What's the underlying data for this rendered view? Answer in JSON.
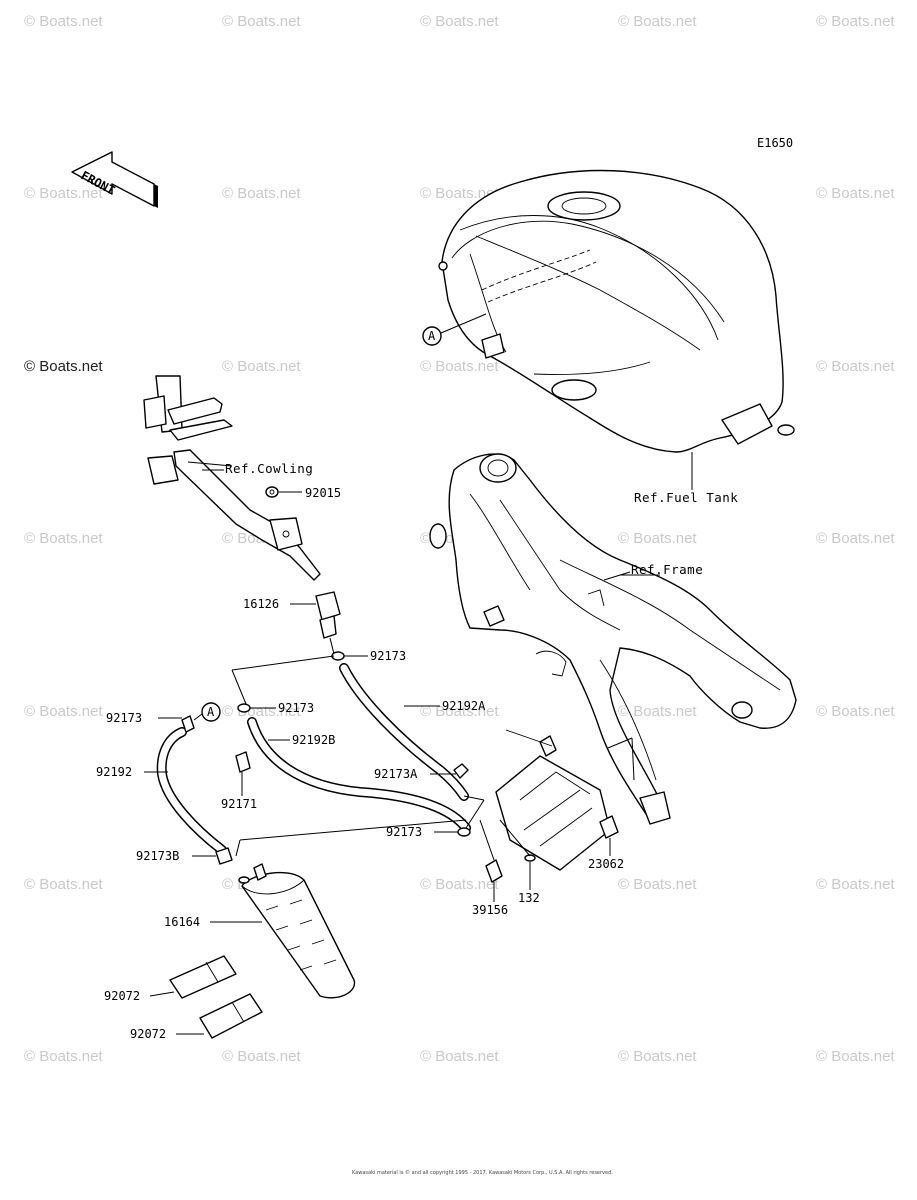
{
  "watermark": {
    "text": "© Boats.net",
    "primary": "© Boats.net"
  },
  "diagram_id": "E1650",
  "front_label": "FRONT",
  "callout_letter": "A",
  "references": {
    "cowling": "Ref.Cowling",
    "fuel_tank": "Ref.Fuel Tank",
    "frame": "Ref.Frame"
  },
  "parts": {
    "p92015": "92015",
    "p16126": "16126",
    "p92173_a": "92173",
    "p92173_b": "92173",
    "p92173_c": "92173",
    "p92173_d": "92173",
    "p92192A": "92192A",
    "p92192B": "92192B",
    "p92192": "92192",
    "p92173A": "92173A",
    "p92171": "92171",
    "p92173B": "92173B",
    "p16164": "16164",
    "p92072_a": "92072",
    "p92072_b": "92072",
    "p23062": "23062",
    "p132": "132",
    "p39156": "39156"
  },
  "copyright": "Kawasaki material is © and all copyright 1995 - 2017. Kawasaki Motors Corp., U.S.A. All rights reserved."
}
